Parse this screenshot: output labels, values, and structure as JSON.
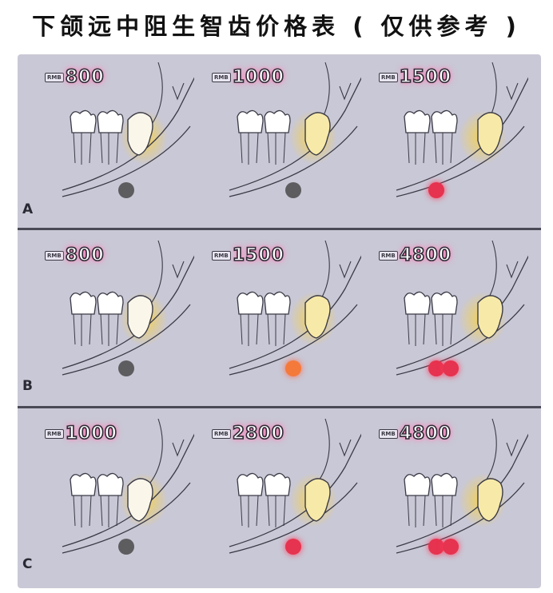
{
  "title": "下颌远中阻生智齿价格表 ( 仅供参考 )",
  "currency_tag": "RMB",
  "rows": [
    {
      "letter": "A",
      "cells": [
        {
          "amount": "800",
          "difficulty_dots": 1,
          "dot_color": "gray"
        },
        {
          "amount": "1000",
          "difficulty_dots": 1,
          "dot_color": "gray"
        },
        {
          "amount": "1500",
          "difficulty_dots": 1,
          "dot_color": "red"
        }
      ]
    },
    {
      "letter": "B",
      "cells": [
        {
          "amount": "800",
          "difficulty_dots": 1,
          "dot_color": "gray"
        },
        {
          "amount": "1500",
          "difficulty_dots": 1,
          "dot_color": "orange"
        },
        {
          "amount": "4800",
          "difficulty_dots": 2,
          "dot_color": "red"
        }
      ]
    },
    {
      "letter": "C",
      "cells": [
        {
          "amount": "1000",
          "difficulty_dots": 1,
          "dot_color": "gray"
        },
        {
          "amount": "2800",
          "difficulty_dots": 1,
          "dot_color": "red"
        },
        {
          "amount": "4800",
          "difficulty_dots": 2,
          "dot_color": "red"
        }
      ]
    }
  ],
  "colors": {
    "board": "#c9c8d6",
    "gray_dot": "#5d5d60",
    "orange_dot": "#f47a3c",
    "red_dot": "#e6334f",
    "glow": "#ff6fae",
    "tooth_highlight": "#f6d24c"
  }
}
